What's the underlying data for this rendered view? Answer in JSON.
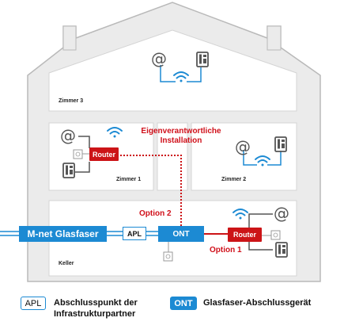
{
  "rooms": {
    "zimmer3": "Zimmer 3",
    "zimmer1": "Zimmer 1",
    "zimmer2": "Zimmer 2",
    "keller": "Keller"
  },
  "devices": {
    "router": "Router",
    "mnet": "M-net Glasfaser",
    "apl": "APL",
    "ont": "ONT"
  },
  "annotations": {
    "self_install_line1": "Eigenverantwortliche",
    "self_install_line2": "Installation",
    "option1": "Option 1",
    "option2": "Option 2"
  },
  "legend": {
    "apl_abbr": "APL",
    "apl_line1": "Abschlusspunkt der",
    "apl_line2": "Infrastrukturpartner",
    "ont_abbr": "ONT",
    "ont_text": "Glasfaser-Abschlussgerät"
  },
  "icons": {
    "at": "@",
    "phone": "phone-icon",
    "wifi": "wifi-icon",
    "socket": "socket-icon"
  },
  "colors": {
    "blue": "#1c8ad3",
    "red": "#cc1417",
    "house_fill": "#ebebeb",
    "room_fill": "#ffffff"
  }
}
